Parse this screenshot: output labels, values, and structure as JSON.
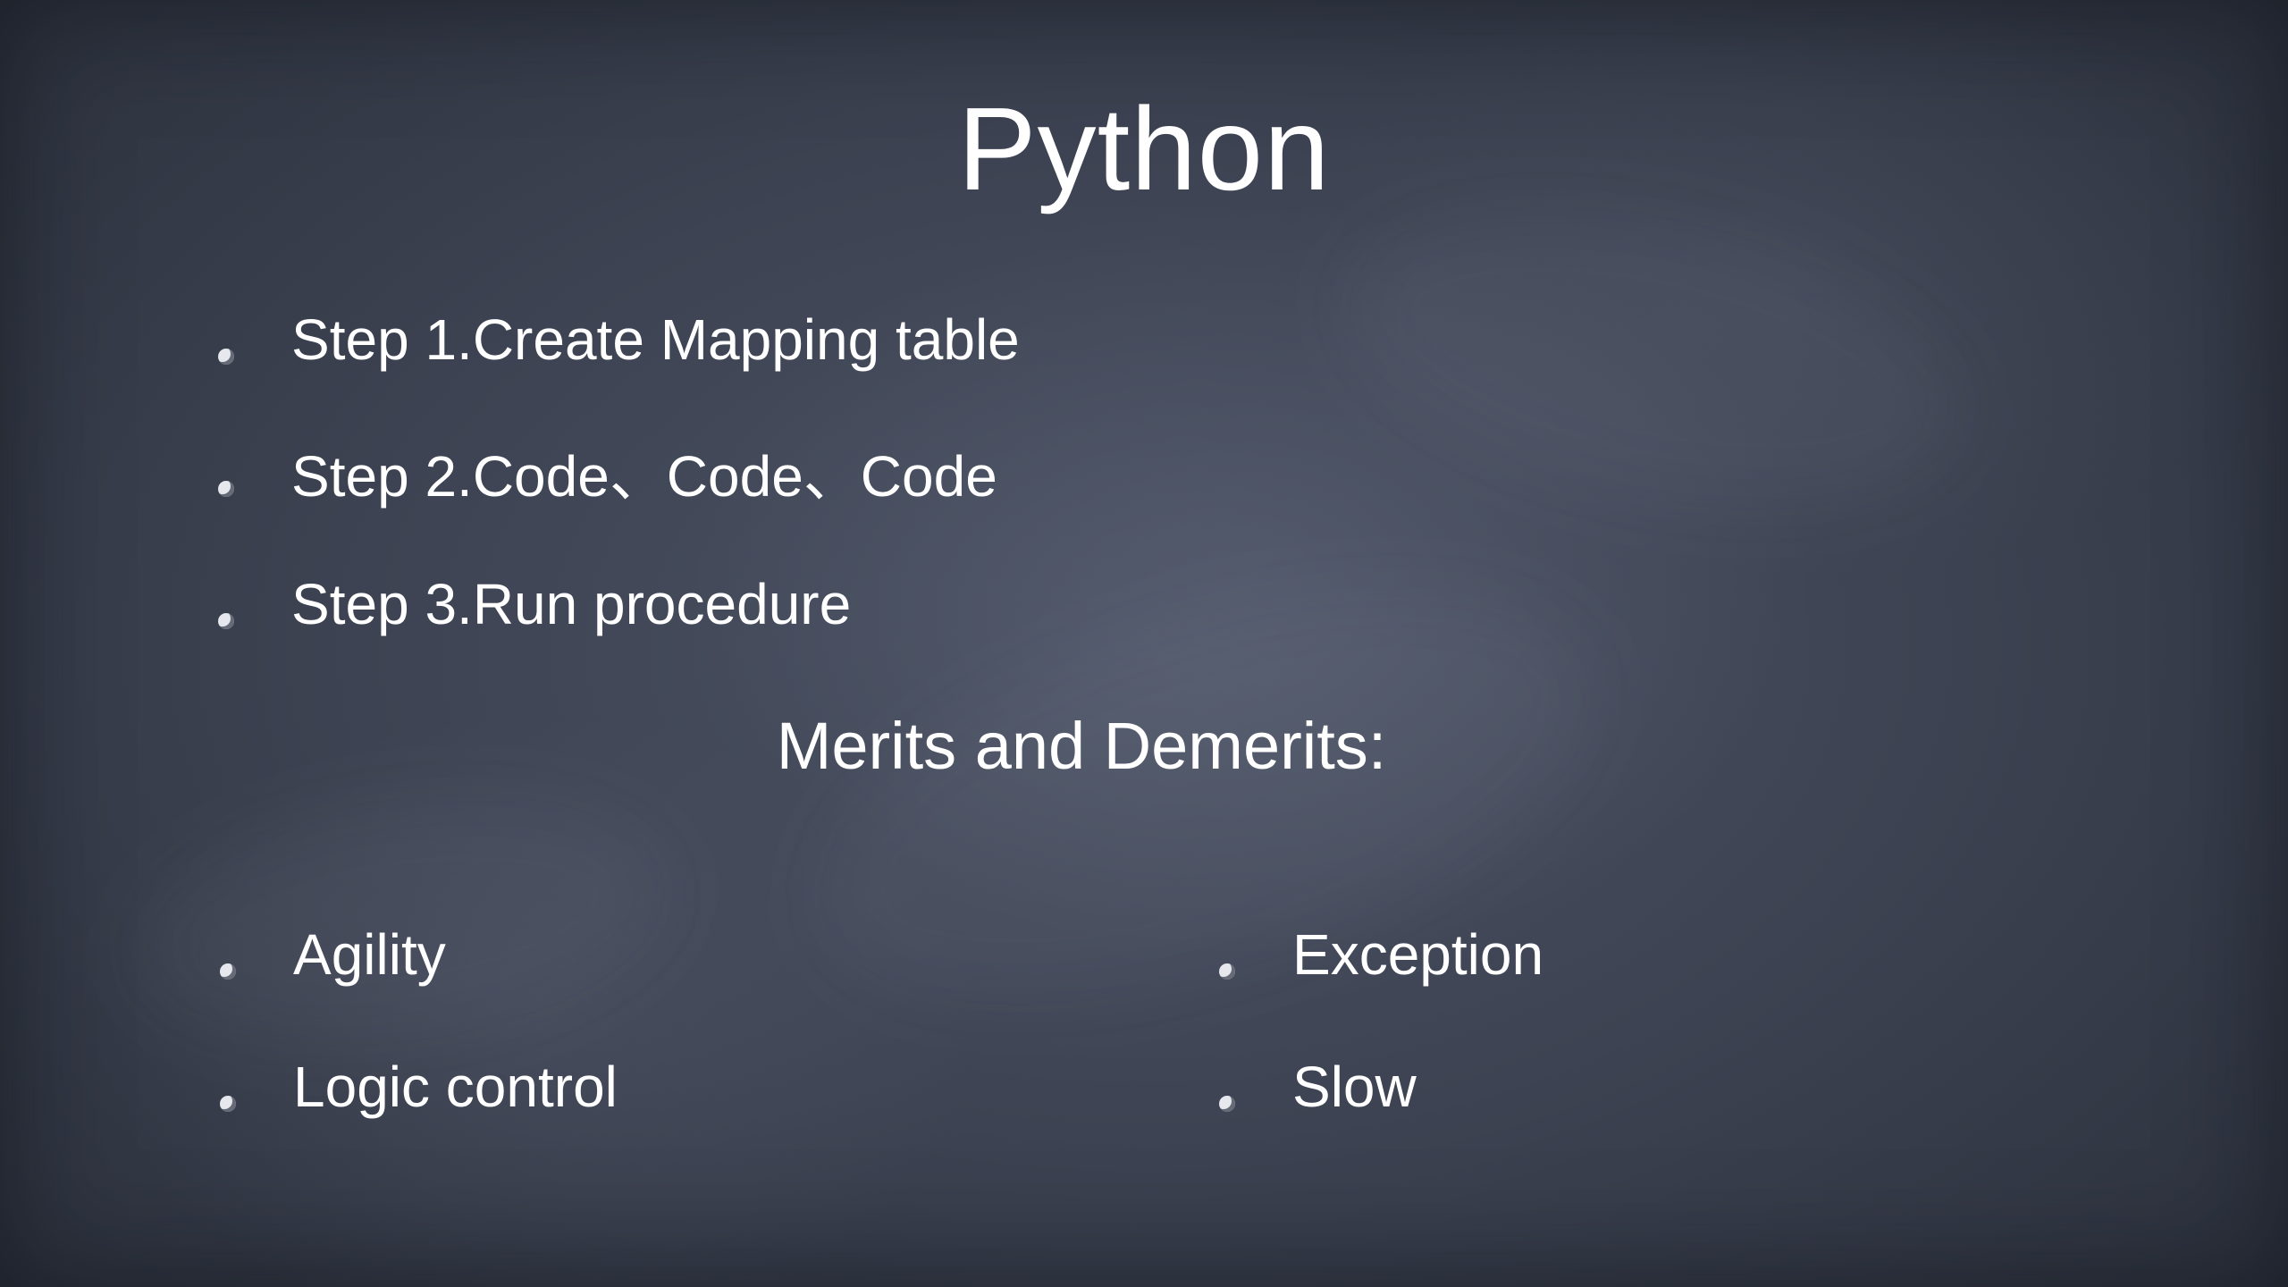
{
  "slide": {
    "title": "Python",
    "steps": [
      {
        "label": "Step 1.Create Mapping table"
      },
      {
        "label": "Step 2.Code、Code、Code"
      },
      {
        "label": "Step 3.Run procedure"
      }
    ],
    "subheading": "Merits and Demerits:",
    "merits": [
      {
        "label": "Agility"
      },
      {
        "label": "Logic control"
      }
    ],
    "demerits": [
      {
        "label": "Exception"
      },
      {
        "label": "Slow"
      }
    ]
  },
  "colors": {
    "background": "#3d4352",
    "text": "#ffffff"
  }
}
